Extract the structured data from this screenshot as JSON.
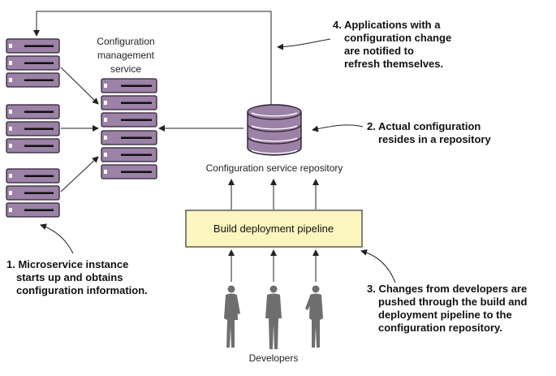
{
  "config_service": {
    "label_lines": [
      "Configuration",
      "management",
      "service"
    ]
  },
  "repository": {
    "label": "Configuration service repository"
  },
  "pipeline": {
    "label": "Build deployment pipeline"
  },
  "developers": {
    "label": "Developers"
  },
  "callouts": {
    "c1": [
      "1. Microservice instance",
      "starts up and obtains",
      "configuration information."
    ],
    "c2": [
      "2. Actual configuration",
      "resides in a repository"
    ],
    "c3": [
      "3. Changes from developers are",
      "pushed through the build and",
      "deployment pipeline to the",
      "configuration repository."
    ],
    "c4": [
      "4. Applications with a",
      "configuration change",
      "are notified to",
      "refresh themselves."
    ]
  },
  "colors": {
    "server_fill": "#9b82a6",
    "server_stroke": "#2e2233",
    "db_fill": "#9b82a6",
    "pipeline_fill": "#fbf6c0",
    "person_fill": "#6e6e6e",
    "line": "#222222"
  }
}
